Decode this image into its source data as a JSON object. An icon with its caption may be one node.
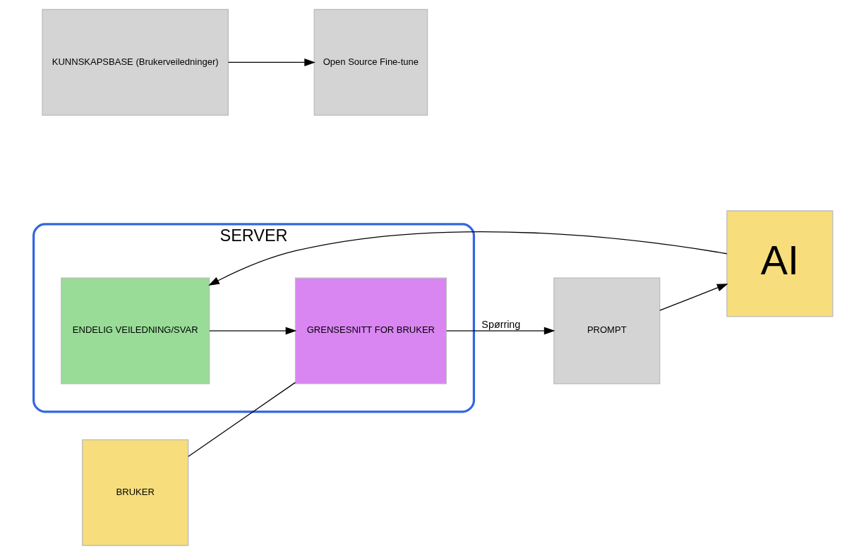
{
  "diagram": {
    "nodes": [
      {
        "text": [
          "SERVER"
        ]
      },
      {
        "text": [
          "KUNNSKAPSBASE (Brukerveiledninger)"
        ]
      },
      {
        "text": [
          "Open Source Fine-tune"
        ]
      },
      {
        "text": [
          "AI"
        ]
      },
      {
        "text": [
          "ENDELIG VEILEDNING/SVAR"
        ],
        "in": 0
      },
      {
        "text": [
          "PROMPT"
        ]
      },
      {
        "text": [
          "GRENSESNITT FOR BRUKER"
        ],
        "in": 0
      },
      {
        "text": [
          "BRUKER"
        ]
      }
    ],
    "edges": [
      {
        "from": 1,
        "to": 2,
        "arrow": "to"
      },
      {
        "from": 3,
        "to": 4,
        "arrow": "to"
      },
      {
        "from": 4,
        "to": 6,
        "arrow": "to"
      },
      {
        "from": 6,
        "to": 5,
        "arrow": "to",
        "label": "Spørring"
      },
      {
        "from": 5,
        "to": 3,
        "arrow": "to"
      },
      {
        "from": 7,
        "to": 6,
        "arrow": "none"
      }
    ]
  }
}
